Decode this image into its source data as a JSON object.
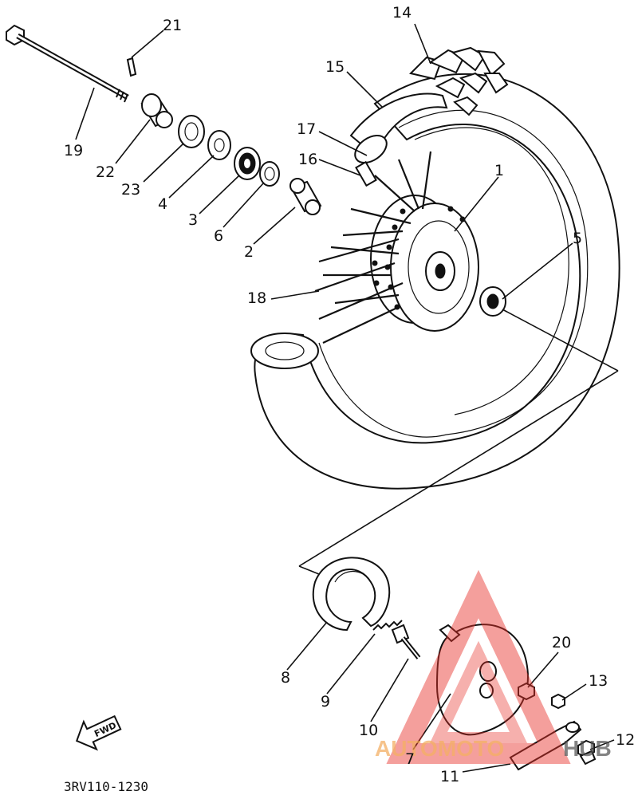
{
  "diagram": {
    "code": "3RV110-1230",
    "fwd_label": "FWD",
    "callouts": [
      {
        "id": "c1",
        "text": "1"
      },
      {
        "id": "c2",
        "text": "2"
      },
      {
        "id": "c3",
        "text": "3"
      },
      {
        "id": "c4",
        "text": "4"
      },
      {
        "id": "c5",
        "text": "5"
      },
      {
        "id": "c6",
        "text": "6"
      },
      {
        "id": "c7",
        "text": "7"
      },
      {
        "id": "c8",
        "text": "8"
      },
      {
        "id": "c9",
        "text": "9"
      },
      {
        "id": "c10",
        "text": "10"
      },
      {
        "id": "c11",
        "text": "11"
      },
      {
        "id": "c12",
        "text": "12"
      },
      {
        "id": "c13",
        "text": "13"
      },
      {
        "id": "c14",
        "text": "14"
      },
      {
        "id": "c15",
        "text": "15"
      },
      {
        "id": "c16",
        "text": "16"
      },
      {
        "id": "c17",
        "text": "17"
      },
      {
        "id": "c18",
        "text": "18"
      },
      {
        "id": "c19",
        "text": "19"
      },
      {
        "id": "c20",
        "text": "20"
      },
      {
        "id": "c21",
        "text": "21"
      },
      {
        "id": "c22",
        "text": "22"
      },
      {
        "id": "c23",
        "text": "23"
      }
    ]
  },
  "watermark": {
    "text_left": "AUTOMOTO",
    "text_right": "HUB",
    "color_primary": "#e8312a",
    "color_secondary": "#f2a24a",
    "color_dark": "#4a4a4a"
  }
}
